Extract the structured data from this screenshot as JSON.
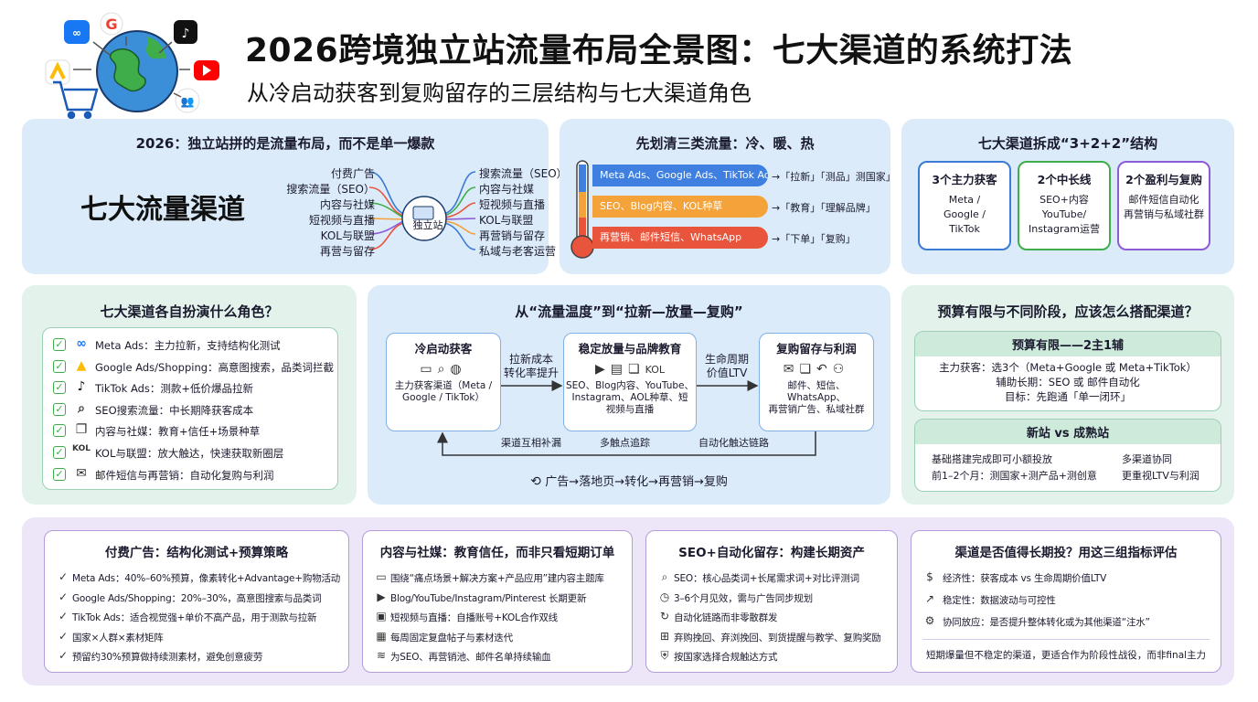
{
  "header": {
    "title": "2026跨境独立站流量布局全景图：七大渠道的系统打法",
    "subtitle": "从冷启动获客到复购留存的三层结构与七大渠道角色"
  },
  "p1": {
    "title": "2026：独立站拼的是流量布局，而不是单一爆款",
    "big": "七大流量渠道",
    "hub": "独立站",
    "left": [
      "付费广告",
      "搜索流量（SEO）",
      "内容与社媒",
      "短视频与直播",
      "KOL与联盟",
      "再营与留存"
    ],
    "right": [
      "搜索流量（SEO）",
      "内容与社媒",
      "短视频与直播",
      "KOL与联盟",
      "再营销与留存",
      "私域与老客运营"
    ]
  },
  "p2": {
    "title": "先划清三类流量：冷、暖、热",
    "rows": [
      {
        "band": "Meta Ads、Google Ads、TikTok Ads",
        "note": "→「拉新」「测品」测国家」"
      },
      {
        "band": "SEO、Blog内容、KOL种草",
        "note": "→「教育」「理解品牌」"
      },
      {
        "band": "再营销、邮件短信、WhatsApp",
        "note": "→「下单」「复购」"
      }
    ]
  },
  "p3": {
    "title": "七大渠道拆成“3+2+2”结构",
    "cards": [
      {
        "head": "3个主力获客",
        "body": "Meta /\nGoogle /\nTikTok"
      },
      {
        "head": "2个中长线",
        "body": "SEO+内容\nYouTube/\nInstagram运营"
      },
      {
        "head": "2个盈利与复购",
        "body": "邮件短信自动化\n再营销与私域社群"
      }
    ]
  },
  "p4": {
    "title": "七大渠道各自扮演什么角色？",
    "items": [
      {
        "icon": "meta",
        "text": "Meta Ads：主力拉新，支持结构化测试"
      },
      {
        "icon": "google-ads",
        "text": "Google Ads/Shopping：高意图搜索，品类词拦截"
      },
      {
        "icon": "tiktok",
        "text": "TikTok Ads：测款+低价爆品拉新"
      },
      {
        "icon": "search",
        "text": "SEO搜索流量：中长期降获客成本"
      },
      {
        "icon": "chat",
        "text": "内容与社媒：教育+信任+场景种草"
      },
      {
        "icon": "kol",
        "text": "KOL与联盟：放大触达，快速获取新圈层"
      },
      {
        "icon": "mail",
        "text": "邮件短信与再营销：自动化复购与利润"
      }
    ]
  },
  "p5": {
    "title": "从“流量温度”到“拉新—放量—复购”",
    "stages": [
      {
        "head": "冷启动获客",
        "body": "主力获客渠道（Meta /\nGoogle / TikTok）"
      },
      {
        "head": "稳定放量与品牌教育",
        "body": "SEO、Blog内容、YouTube、\nInstagram、AOL种草、短\n视频与直播",
        "kol": "KOL"
      },
      {
        "head": "复购留存与利润",
        "body": "邮件、短信、WhatsApp、\n再营销广告、私域社群"
      }
    ],
    "arrow1": "拉新成本\n转化率提升",
    "arrow2": "生命周期\n价值LTV",
    "loop": [
      "渠道互相补漏",
      "多触点追踪",
      "自动化触达链路"
    ],
    "bottom": "广告→落地页→转化→再营销→复购"
  },
  "p6": {
    "title": "预算有限与不同阶段，应该怎么搭配渠道？",
    "b1": {
      "head": "预算有限——2主1辅",
      "lines": [
        "主力获客：选3个（Meta+Google 或 Meta+TikTok）",
        "辅助长期：SEO 或 邮件自动化",
        "目标：先跑通「单一闭环」"
      ]
    },
    "b2": {
      "head": "新站 vs 成熟站",
      "left": [
        "基础搭建完成即可小额投放",
        "前1–2个月：测国家+测产品+测创意"
      ],
      "right": [
        "多渠道协同",
        "更重视LTV与利润"
      ]
    }
  },
  "r3": [
    {
      "title": "付费广告：结构化测试+预算策略",
      "items": [
        {
          "icon": "check",
          "text": "Meta Ads：40%–60%预算，像素转化+Advantage+购物活动"
        },
        {
          "icon": "check",
          "text": "Google Ads/Shopping：20%–30%，高意图搜索与品类词"
        },
        {
          "icon": "check",
          "text": "TikTok Ads：适合视觉强+单价不高产品，用于测款与拉新"
        },
        {
          "icon": "check",
          "text": "国家×人群×素材矩阵"
        },
        {
          "icon": "check",
          "text": "预留约30%预算做持续测素材，避免创意疲劳"
        }
      ]
    },
    {
      "title": "内容与社媒：教育信任，而非只看短期订单",
      "items": [
        {
          "icon": "book",
          "text": "围绕“痛点场景+解决方案+产品应用”建内容主题库"
        },
        {
          "icon": "play",
          "text": "Blog/YouTube/Instagram/Pinterest 长期更新"
        },
        {
          "icon": "video",
          "text": "短视频与直播：自播账号+KOL合作双线"
        },
        {
          "icon": "calendar",
          "text": "每周固定复盘帖子与素材迭代"
        },
        {
          "icon": "db",
          "text": "为SEO、再营销池、邮件名单持续输血"
        }
      ]
    },
    {
      "title": "SEO+自动化留存：构建长期资产",
      "items": [
        {
          "icon": "search",
          "text": "SEO：核心品类词+长尾需求词+对比评测词"
        },
        {
          "icon": "clock",
          "text": "3–6个月见效，需与广告同步规划"
        },
        {
          "icon": "refresh",
          "text": "自动化链路而非零散群发"
        },
        {
          "icon": "gift",
          "text": "弃购挽回、弃浏挽回、到货提醒与教学、复购奖励"
        },
        {
          "icon": "shield",
          "text": "按国家选择合规触达方式"
        }
      ]
    },
    {
      "title": "渠道是否值得长期投？用这三组指标评估",
      "items": [
        {
          "icon": "money",
          "text": "经济性：获客成本 vs 生命周期价值LTV"
        },
        {
          "icon": "chart",
          "text": "稳定性：数据波动与可控性"
        },
        {
          "icon": "gear",
          "text": "协同放应：是否提升整体转化或为其他渠道“注水”"
        }
      ],
      "foot": "短期爆量但不稳定的渠道，更适合作为阶段性战役，而非final主力"
    }
  ],
  "colors": {
    "blue_panel": "#dcebfa",
    "green_panel": "#e3f3ec",
    "purple_panel": "#ece6f8",
    "hot": "#e8543c",
    "warm": "#f4a23a",
    "cold": "#3f7fe0"
  }
}
